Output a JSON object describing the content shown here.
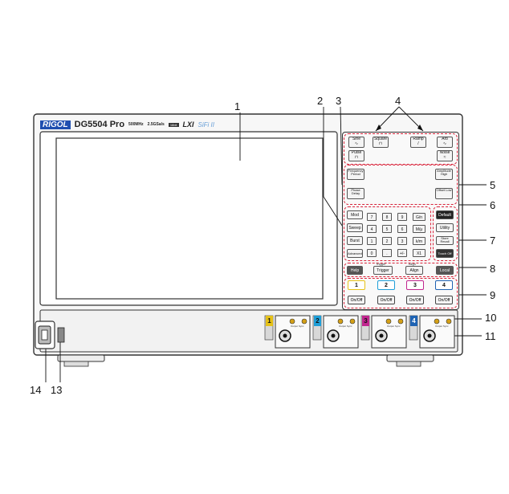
{
  "brand": {
    "logo": "RIGOL",
    "model_prefix": "DG",
    "model_number": "5504 Pro",
    "spec_bandwidth": "500MHz",
    "spec_samplerate": "2.5GSa/s",
    "spec_bits": "16bit",
    "badge": "LXI",
    "badge_sub": "SiFi II"
  },
  "callouts": [
    "1",
    "2",
    "3",
    "4",
    "5",
    "6",
    "7",
    "8",
    "9",
    "10",
    "11",
    "13",
    "14"
  ],
  "buttons": {
    "sine": "Sine",
    "square": "Square",
    "ramp": "Ramp",
    "arb": "Arb",
    "pulse": "Pulse",
    "noise": "Noise",
    "freq": "Frequency Period",
    "amp": "Amplitude High",
    "phase": "Phase Delay",
    "offset": "Offset Low",
    "mod": "Mod",
    "sweep": "Sweep",
    "burst": "Burst",
    "advanced": "Advanced",
    "default": "Default",
    "utility": "Utility",
    "store": "Store Recall",
    "touch": "Touch Off",
    "help": "Help",
    "trigger": "Trigger",
    "align": "Align",
    "local": "Local",
    "trigger_top": "Trigger",
    "align_top": "Align"
  },
  "keypad": [
    "7",
    "8",
    "9",
    "G/n",
    "4",
    "5",
    "6",
    "M/μ",
    "1",
    "2",
    "3",
    "k/m",
    "0",
    ".",
    "+/-",
    "X1"
  ],
  "channels": [
    "1",
    "2",
    "3",
    "4"
  ],
  "onoff_label": "On/Off",
  "output_labels": [
    "Output Sync",
    "Output Sync",
    "Output Sync",
    "Output Sync"
  ],
  "colors": {
    "ch1": "#e6c219",
    "ch2": "#1e9ed8",
    "ch3": "#c1268f",
    "ch4": "#1f63b3",
    "callout_box": "#d9233a"
  }
}
